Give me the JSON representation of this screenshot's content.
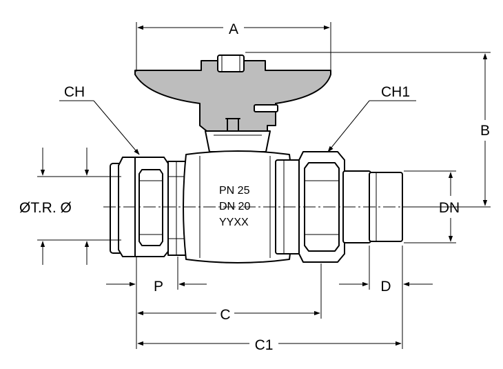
{
  "dimensions": {
    "a": "A",
    "b": "B",
    "c": "C",
    "c1": "C1",
    "p": "P",
    "d": "D",
    "dn": "DN",
    "ch": "CH",
    "ch1": "CH1",
    "tube_diameter": "ØT.R. Ø"
  },
  "body_markings": {
    "pressure": "PN 25",
    "nominal_diameter": "DN 20",
    "date_code": "YYXX"
  }
}
